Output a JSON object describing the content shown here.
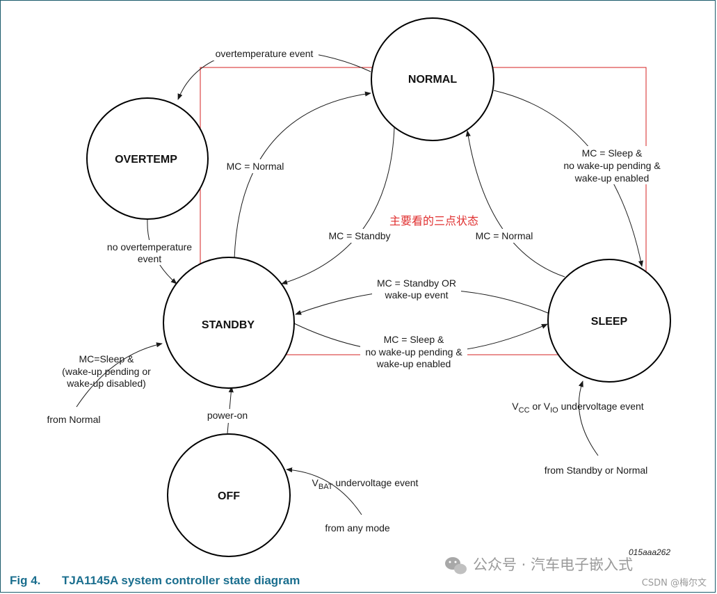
{
  "states": {
    "normal": "NORMAL",
    "overtemp": "OVERTEMP",
    "standby": "STANDBY",
    "sleep": "SLEEP",
    "off": "OFF"
  },
  "transitions": {
    "normal_to_overtemp": "overtemperature event",
    "overtemp_to_standby_1": "no overtemperature",
    "overtemp_to_standby_2": "event",
    "standby_to_normal": "MC = Normal",
    "normal_to_standby": "MC = Standby",
    "sleep_to_normal": "MC = Normal",
    "normal_to_sleep_1": "MC = Sleep &",
    "normal_to_sleep_2": "no wake-up pending &",
    "normal_to_sleep_3": "wake-up enabled",
    "sleep_to_standby_1": "MC = Standby OR",
    "sleep_to_standby_2": "wake-up event",
    "standby_to_sleep_1": "MC = Sleep &",
    "standby_to_sleep_2": "no wake-up pending &",
    "standby_to_sleep_3": "wake-up enabled",
    "from_normal_1": "MC=Sleep &",
    "from_normal_2": "(wake-up pending or",
    "from_normal_3": "wake-up disabled)",
    "from_normal_4": "from Normal",
    "power_on": "power-on",
    "vcc_uv_main": "V",
    "vcc_uv_sub1": "CC",
    "vcc_uv_mid": " or V",
    "vcc_uv_sub2": "IO",
    "vcc_uv_rest": " undervoltage event",
    "from_standby_normal": "from Standby or Normal",
    "vbat_main": "V",
    "vbat_sub": "BAT",
    "vbat_rest": " undervoltage event",
    "from_any_mode": "from any mode"
  },
  "annotation": "主要看的三点状态",
  "figure_id": "015aaa262",
  "caption": {
    "number": "Fig 4.",
    "title": "TJA1145A system controller state diagram"
  },
  "watermark": {
    "main": "公众号 · 汽车电子嵌入式",
    "sub": "CSDN @梅尔文"
  },
  "colors": {
    "caption": "#1a6e8e",
    "highlight_box": "#d42020",
    "annotation": "#e03030",
    "frame": "#1a5a6b"
  }
}
